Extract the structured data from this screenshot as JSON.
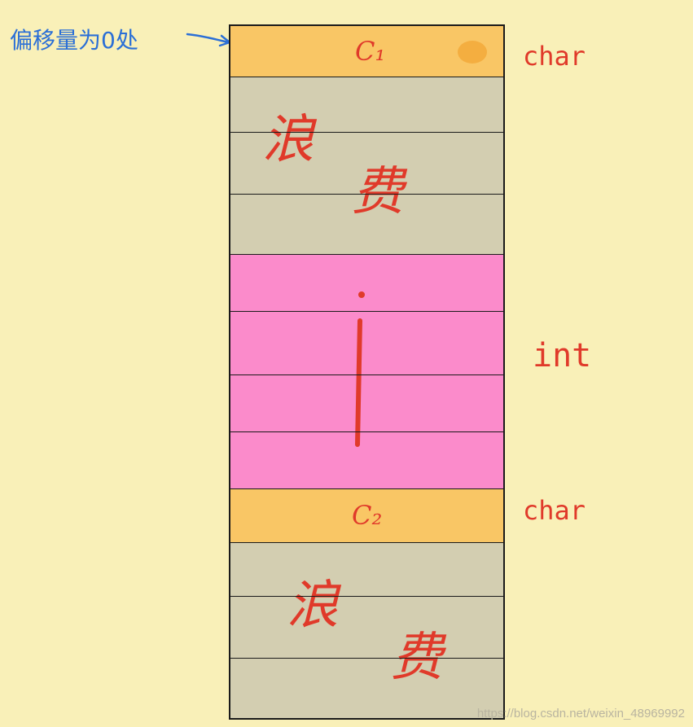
{
  "annotation": {
    "text": "偏移量为0处"
  },
  "blocks": [
    {
      "id": "c1",
      "label": "C₁",
      "type_label": "char",
      "color": "#f9c665"
    },
    {
      "id": "padding1",
      "label_a": "浪",
      "label_b": "费",
      "color": "#d3ceb1"
    },
    {
      "id": "i",
      "label": "i",
      "type_label": "int",
      "color": "#fb8bcb"
    },
    {
      "id": "c2",
      "label": "C₂",
      "type_label": "char",
      "color": "#f9c665"
    },
    {
      "id": "padding2",
      "label_a": "浪",
      "label_b": "费",
      "color": "#d3ceb1"
    }
  ],
  "colors": {
    "outline": "#1a1a1a",
    "annotation": "#2b6fd6",
    "handwriting": "#e03a2a",
    "background": "#f9f0b8"
  },
  "watermark": "https://blog.csdn.net/weixin_48969992"
}
